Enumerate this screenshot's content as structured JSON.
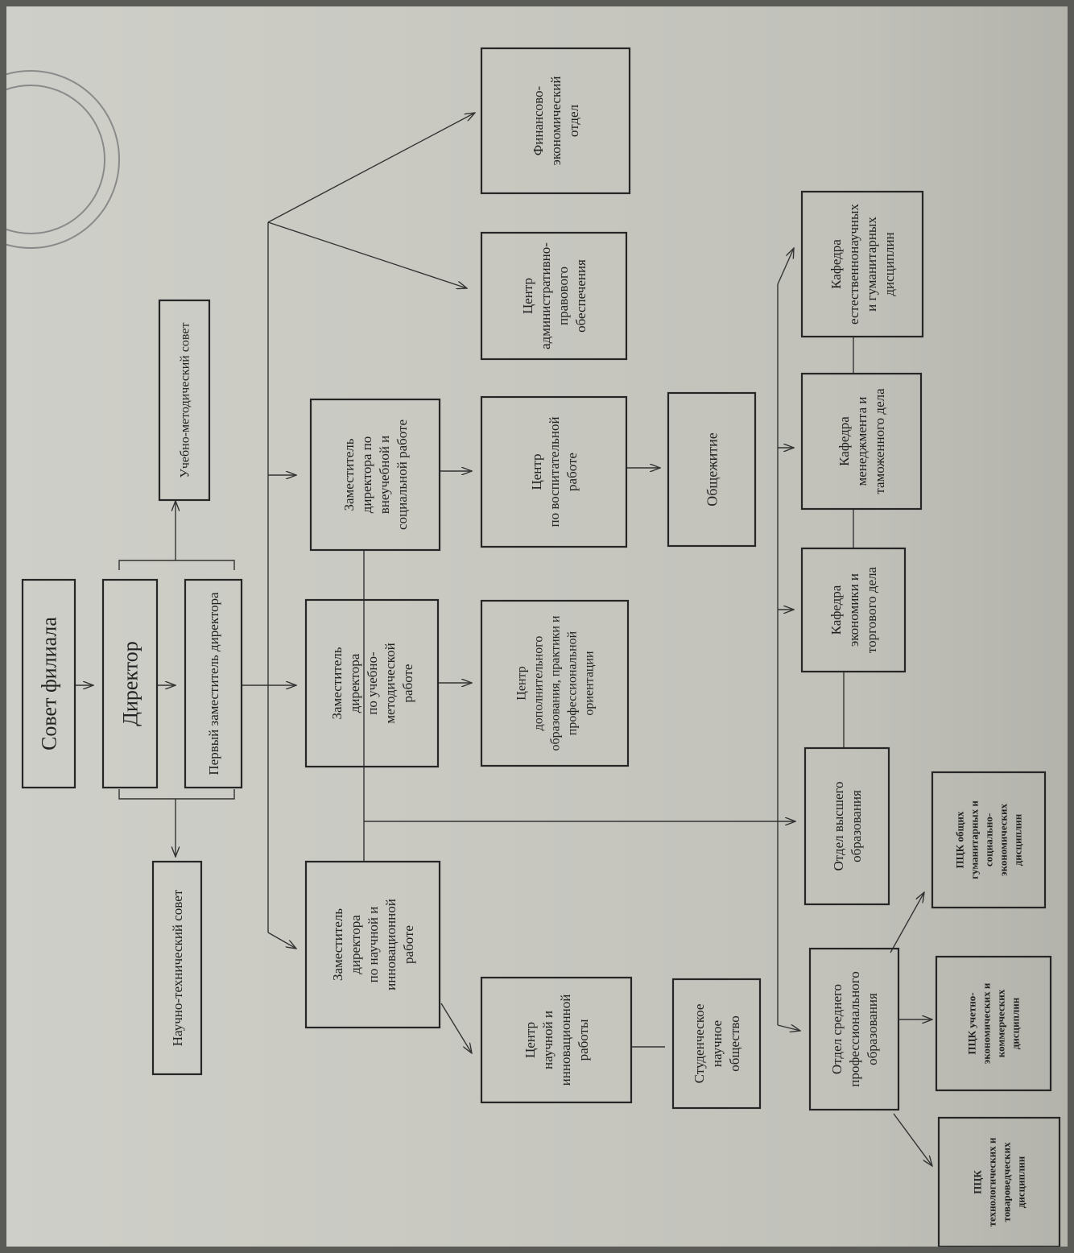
{
  "diagram": {
    "nodes": {
      "sovet": "Совет филиала",
      "director": "Директор",
      "first_deputy": "Первый заместитель директора",
      "umc": "Учебно-методический совет",
      "ntc": "Научно-технический совет",
      "dep_edu": [
        "Заместитель",
        "директора",
        "по учебно-",
        "методической",
        "работе"
      ],
      "dep_social": [
        "Заместитель",
        "директора по",
        "внеучебной и",
        "социальной работе"
      ],
      "dep_science": [
        "Заместитель",
        "директора",
        "по научной и",
        "инновационной",
        "работе"
      ],
      "center_dop": [
        "Центр",
        "дополнительного",
        "образования, практики и",
        "профессиональной",
        "ориентации"
      ],
      "center_vosp": [
        "Центр",
        "по воспитательной",
        "работе"
      ],
      "center_admin": [
        "Центр",
        "административно-",
        "правового",
        "обеспечения"
      ],
      "fin_dept": [
        "Финансово-",
        "экономический",
        "отдел"
      ],
      "obshchezhitie": "Общежитие",
      "center_nauch": [
        "Центр",
        "научной и",
        "инновационной",
        "работы"
      ],
      "sno": [
        "Студенческое",
        "научное",
        "общество"
      ],
      "otdel_vo": [
        "Отдел высшего",
        "образования"
      ],
      "otdel_spo": [
        "Отдел среднего",
        "профессионального",
        "образования"
      ],
      "kaf_econ": [
        "Кафедра",
        "экономики и",
        "торгового дела"
      ],
      "kaf_mgmt": [
        "Кафедра",
        "менеджмента и",
        "таможенного дела"
      ],
      "kaf_natural": [
        "Кафедра",
        "естественнонаучных",
        "и гуманитарных",
        "дисциплин"
      ],
      "pck_obsh": [
        "ПЦК общих",
        "гуманитарных и",
        "социально-",
        "экономических",
        "дисциплин"
      ],
      "pck_uchet": [
        "ПЦК учетно-",
        "экономических и",
        "коммерческих",
        "дисциплин"
      ],
      "pck_tech": [
        "ПЦК",
        "технологических и",
        "товароведческих",
        "дисциплин"
      ]
    }
  }
}
